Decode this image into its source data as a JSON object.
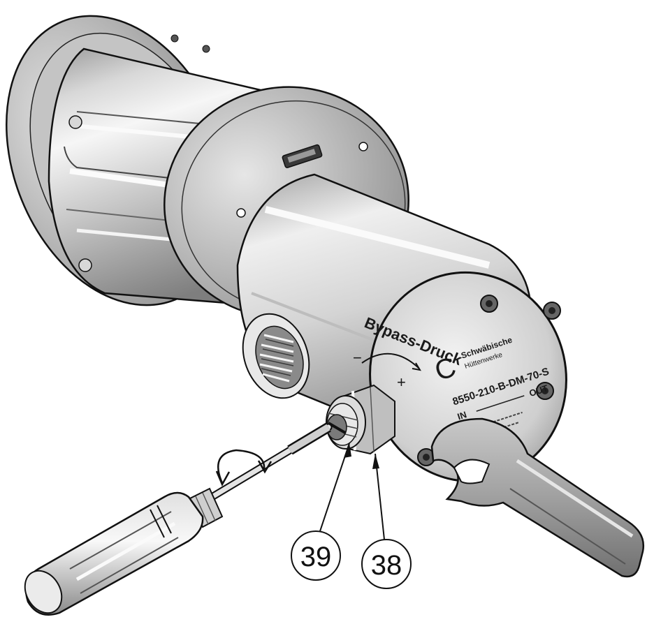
{
  "illustration": {
    "engraving": {
      "label": "Bypass-Druck",
      "minus": "−",
      "plus": "+"
    },
    "nameplate": {
      "logo": "C",
      "brand_line_1": "Schwäbische",
      "brand_line_2": "Hüttenwerke",
      "model": "8550-210-B-DM-70-S",
      "in_label": "IN",
      "out_label": "OUT"
    },
    "callouts": [
      {
        "id": "39",
        "target": "slotted-adjusting-screw"
      },
      {
        "id": "38",
        "target": "lock-nut"
      }
    ]
  }
}
